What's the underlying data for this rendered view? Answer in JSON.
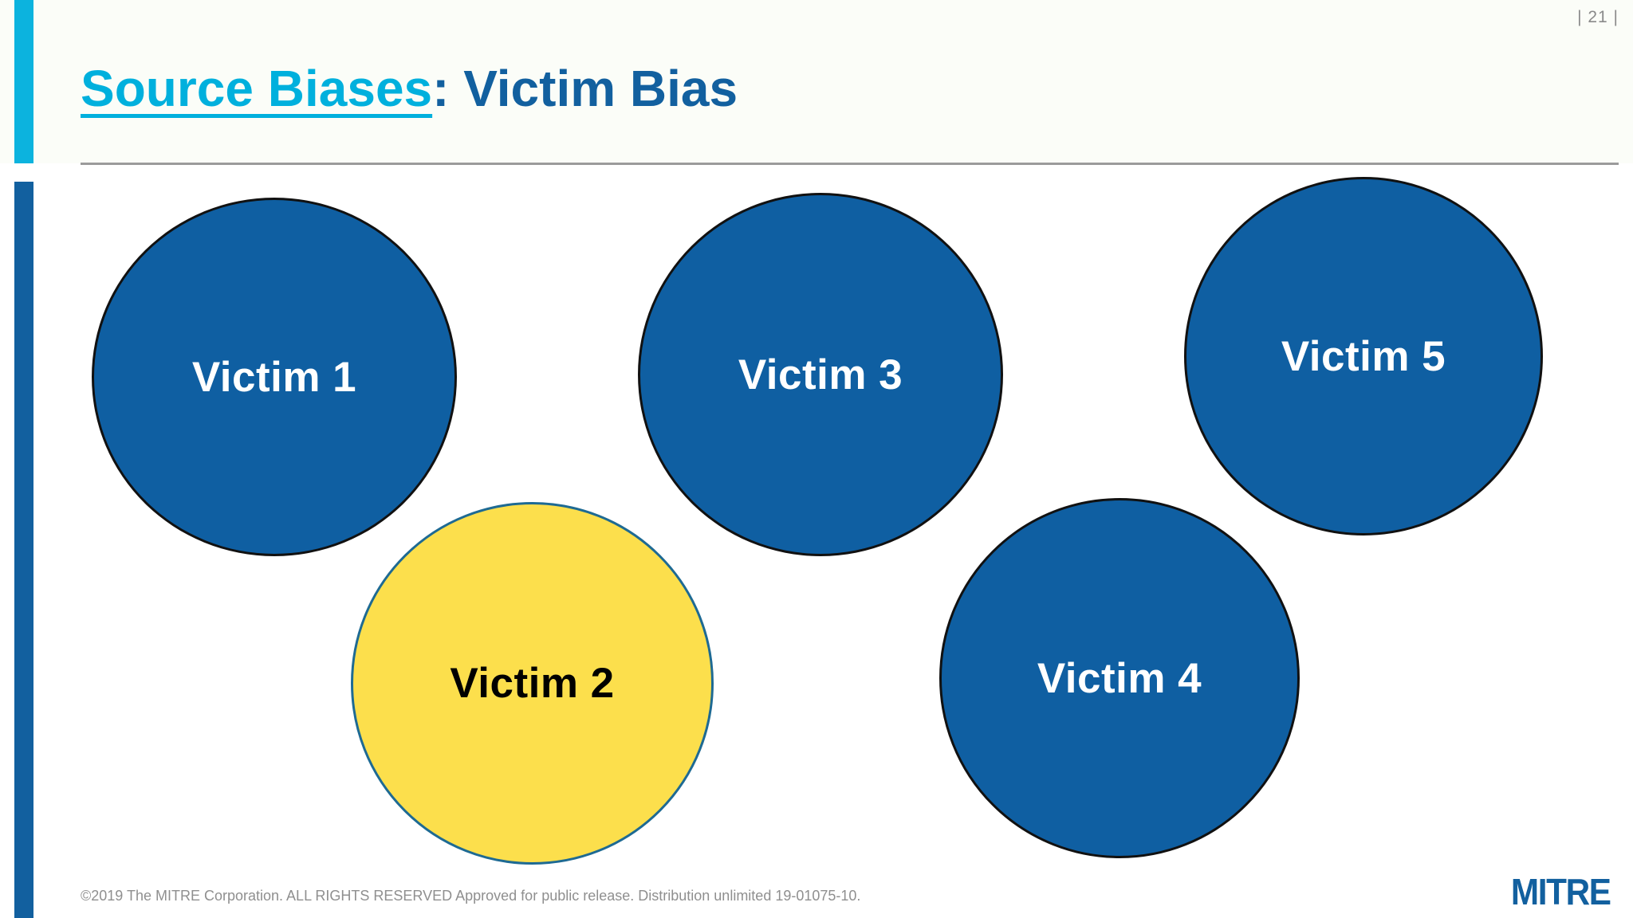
{
  "slide": {
    "page_number": "| 21 |",
    "title": {
      "emphasis": "Source Biases",
      "rest": ": Victim Bias"
    },
    "colors": {
      "accent_cyan": "#0CB3DE",
      "accent_blue": "#12609F",
      "title_emphasis": "#00B0DD",
      "title_rest": "#12609F",
      "circle_blue_fill": "#0F5FA2",
      "circle_blue_border": "#111111",
      "circle_yellow_fill": "#FCDF4C",
      "circle_yellow_border": "#1E6A93",
      "rule_gray": "#9b9b9b",
      "footer_gray": "#8f8f8f",
      "page_number_gray": "#8a8a8a"
    },
    "diagram": {
      "nodes": [
        {
          "id": "victim-1",
          "label": "Victim 1",
          "style": "blue"
        },
        {
          "id": "victim-2",
          "label": "Victim 2",
          "style": "yellow"
        },
        {
          "id": "victim-3",
          "label": "Victim 3",
          "style": "blue"
        },
        {
          "id": "victim-4",
          "label": "Victim 4",
          "style": "blue"
        },
        {
          "id": "victim-5",
          "label": "Victim 5",
          "style": "blue"
        }
      ]
    },
    "footer": {
      "copyright": "©2019 The MITRE Corporation. ALL RIGHTS RESERVED  Approved for public release. Distribution unlimited 19-01075-10.",
      "logo": "MITRE"
    }
  }
}
